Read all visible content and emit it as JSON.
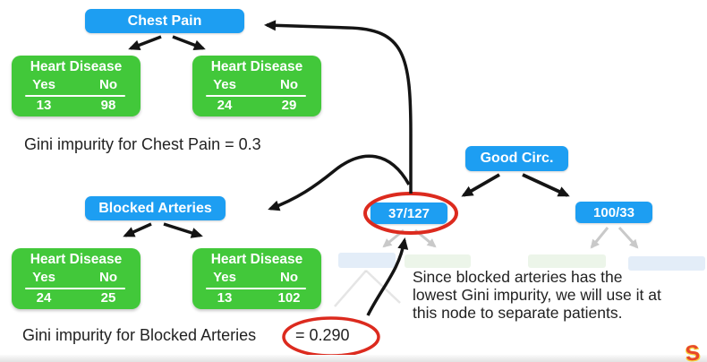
{
  "trees": {
    "chest_pain": {
      "root_label": "Chest Pain",
      "left_table": {
        "title": "Heart Disease",
        "yes_label": "Yes",
        "no_label": "No",
        "yes_value": "13",
        "no_value": "98"
      },
      "right_table": {
        "title": "Heart Disease",
        "yes_label": "Yes",
        "no_label": "No",
        "yes_value": "24",
        "no_value": "29"
      },
      "caption": "Gini impurity for Chest Pain = 0.3"
    },
    "blocked_arteries": {
      "root_label": "Blocked Arteries",
      "left_table": {
        "title": "Heart Disease",
        "yes_label": "Yes",
        "no_label": "No",
        "yes_value": "24",
        "no_value": "25"
      },
      "right_table": {
        "title": "Heart Disease",
        "yes_label": "Yes",
        "no_label": "No",
        "yes_value": "13",
        "no_value": "102"
      },
      "caption_prefix": "Gini impurity for Blocked Arteries",
      "caption_circled_value": "= 0.290"
    },
    "good_circ": {
      "root_label": "Good Circ.",
      "left_child_label": "37/127",
      "right_child_label": "100/33"
    }
  },
  "note": {
    "line1": "Since blocked arteries has the",
    "line2": "lowest Gini impurity, we will use it at",
    "line3": "this node to separate patients."
  },
  "colors": {
    "node_blue": "#1d9ef2",
    "table_green": "#42c83a",
    "highlight_red": "#dc2a1e",
    "arrow_black": "#141414",
    "faded_gray": "#c9c9c9"
  },
  "logo_glyph": "S"
}
